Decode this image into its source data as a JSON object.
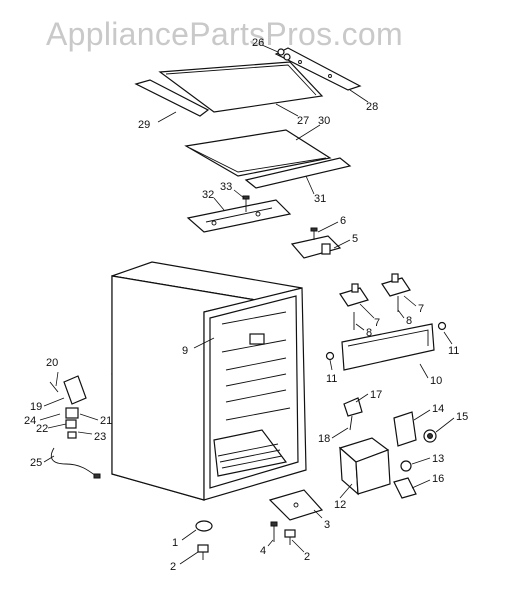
{
  "watermark": "AppliancePartsPros.com",
  "callouts": [
    {
      "id": "c26",
      "label": "26"
    },
    {
      "id": "c28",
      "label": "28"
    },
    {
      "id": "c29",
      "label": "29"
    },
    {
      "id": "c27",
      "label": "27"
    },
    {
      "id": "c30",
      "label": "30"
    },
    {
      "id": "c31",
      "label": "31"
    },
    {
      "id": "c33",
      "label": "33"
    },
    {
      "id": "c32",
      "label": "32"
    },
    {
      "id": "c6",
      "label": "6"
    },
    {
      "id": "c5",
      "label": "5"
    },
    {
      "id": "c7a",
      "label": "7"
    },
    {
      "id": "c7b",
      "label": "7"
    },
    {
      "id": "c8a",
      "label": "8"
    },
    {
      "id": "c8b",
      "label": "8"
    },
    {
      "id": "c9",
      "label": "9"
    },
    {
      "id": "c11a",
      "label": "11"
    },
    {
      "id": "c11b",
      "label": "11"
    },
    {
      "id": "c10",
      "label": "10"
    },
    {
      "id": "c20",
      "label": "20"
    },
    {
      "id": "c19",
      "label": "19"
    },
    {
      "id": "c24",
      "label": "24"
    },
    {
      "id": "c22",
      "label": "22"
    },
    {
      "id": "c21",
      "label": "21"
    },
    {
      "id": "c23",
      "label": "23"
    },
    {
      "id": "c25",
      "label": "25"
    },
    {
      "id": "c17",
      "label": "17"
    },
    {
      "id": "c18",
      "label": "18"
    },
    {
      "id": "c14",
      "label": "14"
    },
    {
      "id": "c15",
      "label": "15"
    },
    {
      "id": "c13",
      "label": "13"
    },
    {
      "id": "c12",
      "label": "12"
    },
    {
      "id": "c16",
      "label": "16"
    },
    {
      "id": "c3",
      "label": "3"
    },
    {
      "id": "c1",
      "label": "1"
    },
    {
      "id": "c2a",
      "label": "2"
    },
    {
      "id": "c4",
      "label": "4"
    },
    {
      "id": "c2b",
      "label": "2"
    }
  ]
}
